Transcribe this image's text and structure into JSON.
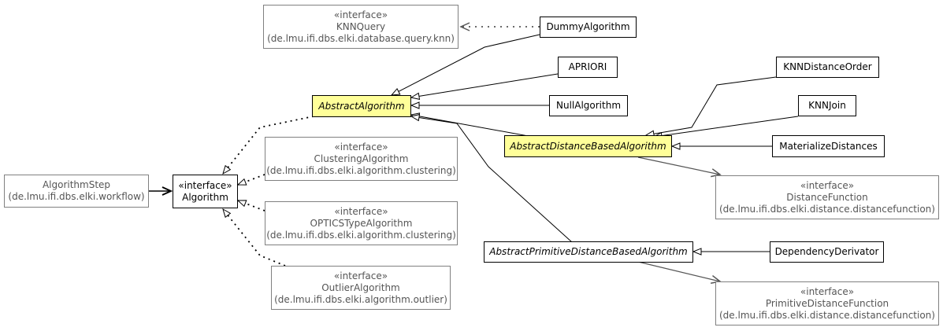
{
  "diagram": {
    "nodes": {
      "knnquery": {
        "stereotype": "«interface»",
        "name": "KNNQuery",
        "package": "(de.lmu.ifi.dbs.elki.database.query.knn)"
      },
      "dummy": {
        "name": "DummyAlgorithm"
      },
      "apriori": {
        "name": "APRIORI"
      },
      "abstract_algorithm": {
        "name": "AbstractAlgorithm"
      },
      "null_algorithm": {
        "name": "NullAlgorithm"
      },
      "knn_distance_order": {
        "name": "KNNDistanceOrder"
      },
      "knn_join": {
        "name": "KNNJoin"
      },
      "abstract_distance_based": {
        "name": "AbstractDistanceBasedAlgorithm"
      },
      "materialize_distances": {
        "name": "MaterializeDistances"
      },
      "clustering_algorithm": {
        "stereotype": "«interface»",
        "name": "ClusteringAlgorithm",
        "package": "(de.lmu.ifi.dbs.elki.algorithm.clustering)"
      },
      "algorithm_step": {
        "name": "AlgorithmStep",
        "package": "(de.lmu.ifi.dbs.elki.workflow)"
      },
      "algorithm": {
        "stereotype": "«interface»",
        "name": "Algorithm"
      },
      "distance_function": {
        "stereotype": "«interface»",
        "name": "DistanceFunction",
        "package": "(de.lmu.ifi.dbs.elki.distance.distancefunction)"
      },
      "optics_type": {
        "stereotype": "«interface»",
        "name": "OPTICSTypeAlgorithm",
        "package": "(de.lmu.ifi.dbs.elki.algorithm.clustering)"
      },
      "abstract_primitive": {
        "name": "AbstractPrimitiveDistanceBasedAlgorithm"
      },
      "dependency_derivator": {
        "name": "DependencyDerivator"
      },
      "outlier_algorithm": {
        "stereotype": "«interface»",
        "name": "OutlierAlgorithm",
        "package": "(de.lmu.ifi.dbs.elki.algorithm.outlier)"
      },
      "primitive_distance_function": {
        "stereotype": "«interface»",
        "name": "PrimitiveDistanceFunction",
        "package": "(de.lmu.ifi.dbs.elki.distance.distancefunction)"
      }
    },
    "colors": {
      "abstract_fill": "#ffff99",
      "external_border": "#808080",
      "external_text": "#555555",
      "line": "#000000",
      "dependency_line": "#555555"
    }
  }
}
